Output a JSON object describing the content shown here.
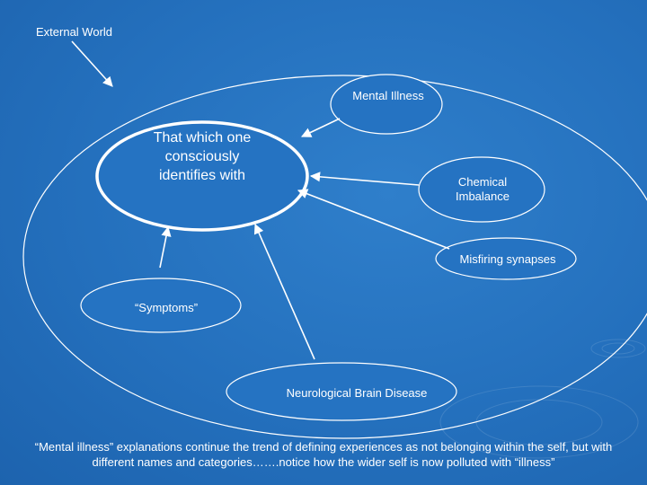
{
  "diagram": {
    "external_world": "External World",
    "mental_illness": "Mental Illness",
    "self_center": "That which one consciously identifies with",
    "chemical_imbalance": "Chemical Imbalance",
    "misfiring_synapses": "Misfiring synapses",
    "symptoms": "“Symptoms”",
    "neurological": "Neurological Brain Disease"
  },
  "caption": "“Mental illness” explanations continue the trend of defining experiences as not belonging within the self, but with different names and categories…….notice how the wider self is now polluted with “illness”",
  "colors": {
    "background": "#2470bd",
    "stroke": "#ffffff",
    "text": "#ffffff"
  }
}
